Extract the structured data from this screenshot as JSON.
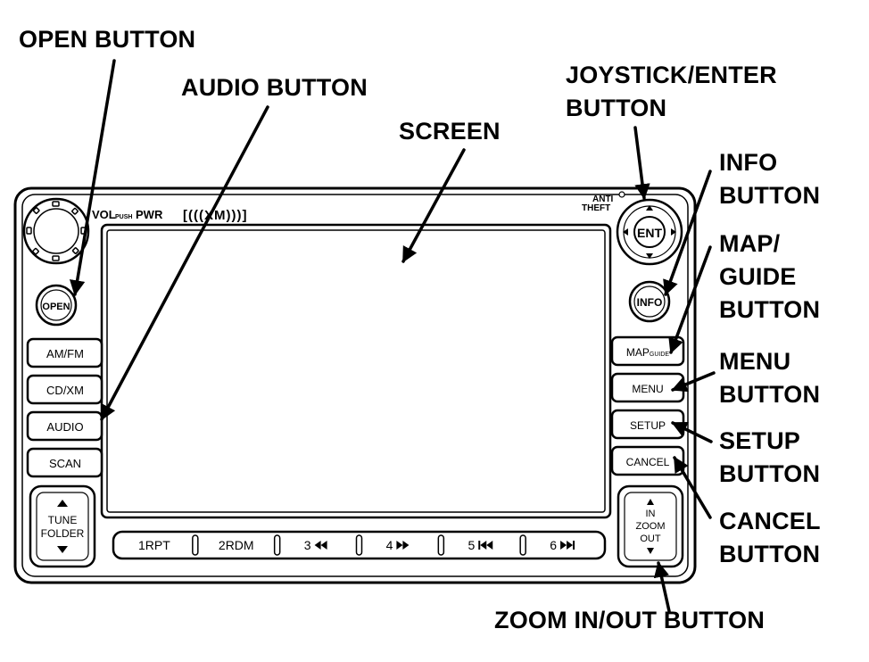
{
  "callouts": {
    "open_button": "OPEN BUTTON",
    "audio_button": "AUDIO BUTTON",
    "screen": "SCREEN",
    "joystick_enter_button": "JOYSTICK/ENTER\nBUTTON",
    "info_button": "INFO\nBUTTON",
    "map_guide_button": "MAP/\nGUIDE\nBUTTON",
    "menu_button": "MENU\nBUTTON",
    "setup_button": "SETUP\nBUTTON",
    "cancel_button": "CANCEL\nBUTTON",
    "zoom_button": "ZOOM IN/OUT BUTTON"
  },
  "unit": {
    "vol_label": "VOL",
    "push_label": "PUSH",
    "pwr_label": "PWR",
    "xm_logo": "[(((XM)))]",
    "anti_theft_line1": "ANTI",
    "anti_theft_line2": "THEFT",
    "ent_label": "ENT",
    "info_label": "INFO",
    "open_label": "OPEN",
    "left_buttons": [
      "AM/FM",
      "CD/XM",
      "AUDIO",
      "SCAN"
    ],
    "right_buttons": {
      "map_guide_main": "MAP",
      "map_guide_small": "GUIDE",
      "menu": "MENU",
      "setup": "SETUP",
      "cancel": "CANCEL"
    },
    "tune_line1": "TUNE",
    "tune_line2": "FOLDER",
    "zoom_in": "IN",
    "zoom_mid": "ZOOM",
    "zoom_out": "OUT",
    "presets": [
      "1RPT",
      "2RDM",
      "3",
      "4",
      "5",
      "6"
    ]
  }
}
